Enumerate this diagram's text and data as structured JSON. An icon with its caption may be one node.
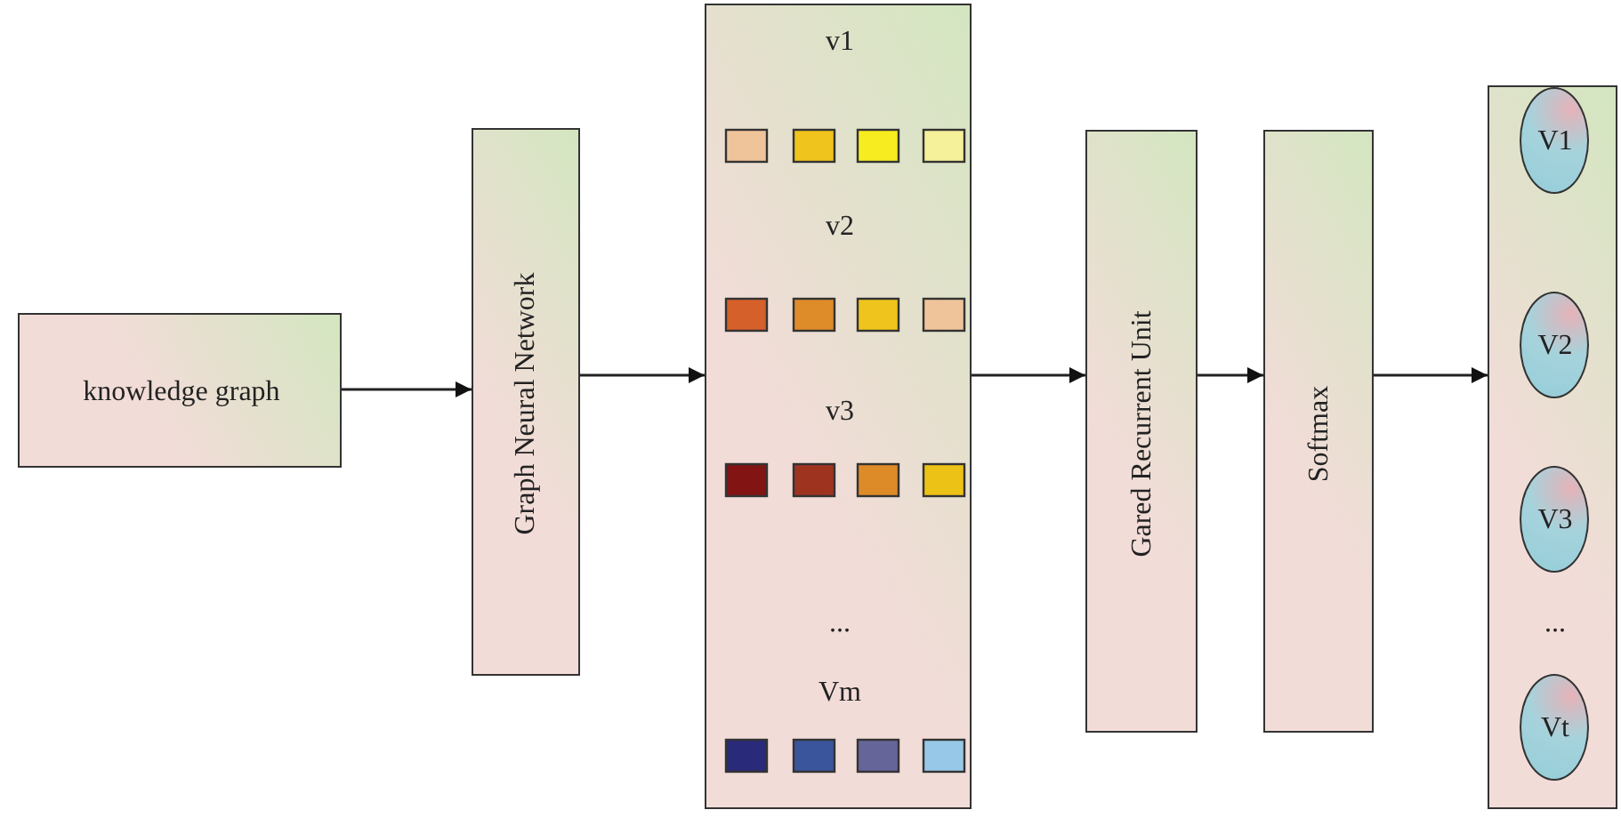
{
  "diagram": {
    "nodes": [
      {
        "text": [
          "knowledge graph"
        ]
      },
      {
        "text": [
          "Graph Neural Network"
        ]
      },
      {
        "text": [
          "v1",
          "v2",
          "v3",
          "...",
          "Vm"
        ]
      },
      {
        "text": [
          "Gared Recurrent Unit"
        ]
      },
      {
        "text": [
          "Softmax"
        ]
      },
      {
        "text": [
          "..."
        ]
      },
      {
        "text": [
          "V1"
        ],
        "in": 5
      },
      {
        "text": [
          "V2"
        ],
        "in": 5
      },
      {
        "text": [
          "V3"
        ],
        "in": 5
      },
      {
        "text": [
          "Vt"
        ],
        "in": 5
      }
    ],
    "edges": [
      {
        "from": 0,
        "to": 1,
        "arrow": "to"
      },
      {
        "from": 1,
        "to": 2,
        "arrow": "to"
      },
      {
        "from": 2,
        "to": 3,
        "arrow": "to"
      },
      {
        "from": 3,
        "to": 4,
        "arrow": "to"
      },
      {
        "from": 4,
        "to": 5,
        "arrow": "to"
      }
    ]
  }
}
